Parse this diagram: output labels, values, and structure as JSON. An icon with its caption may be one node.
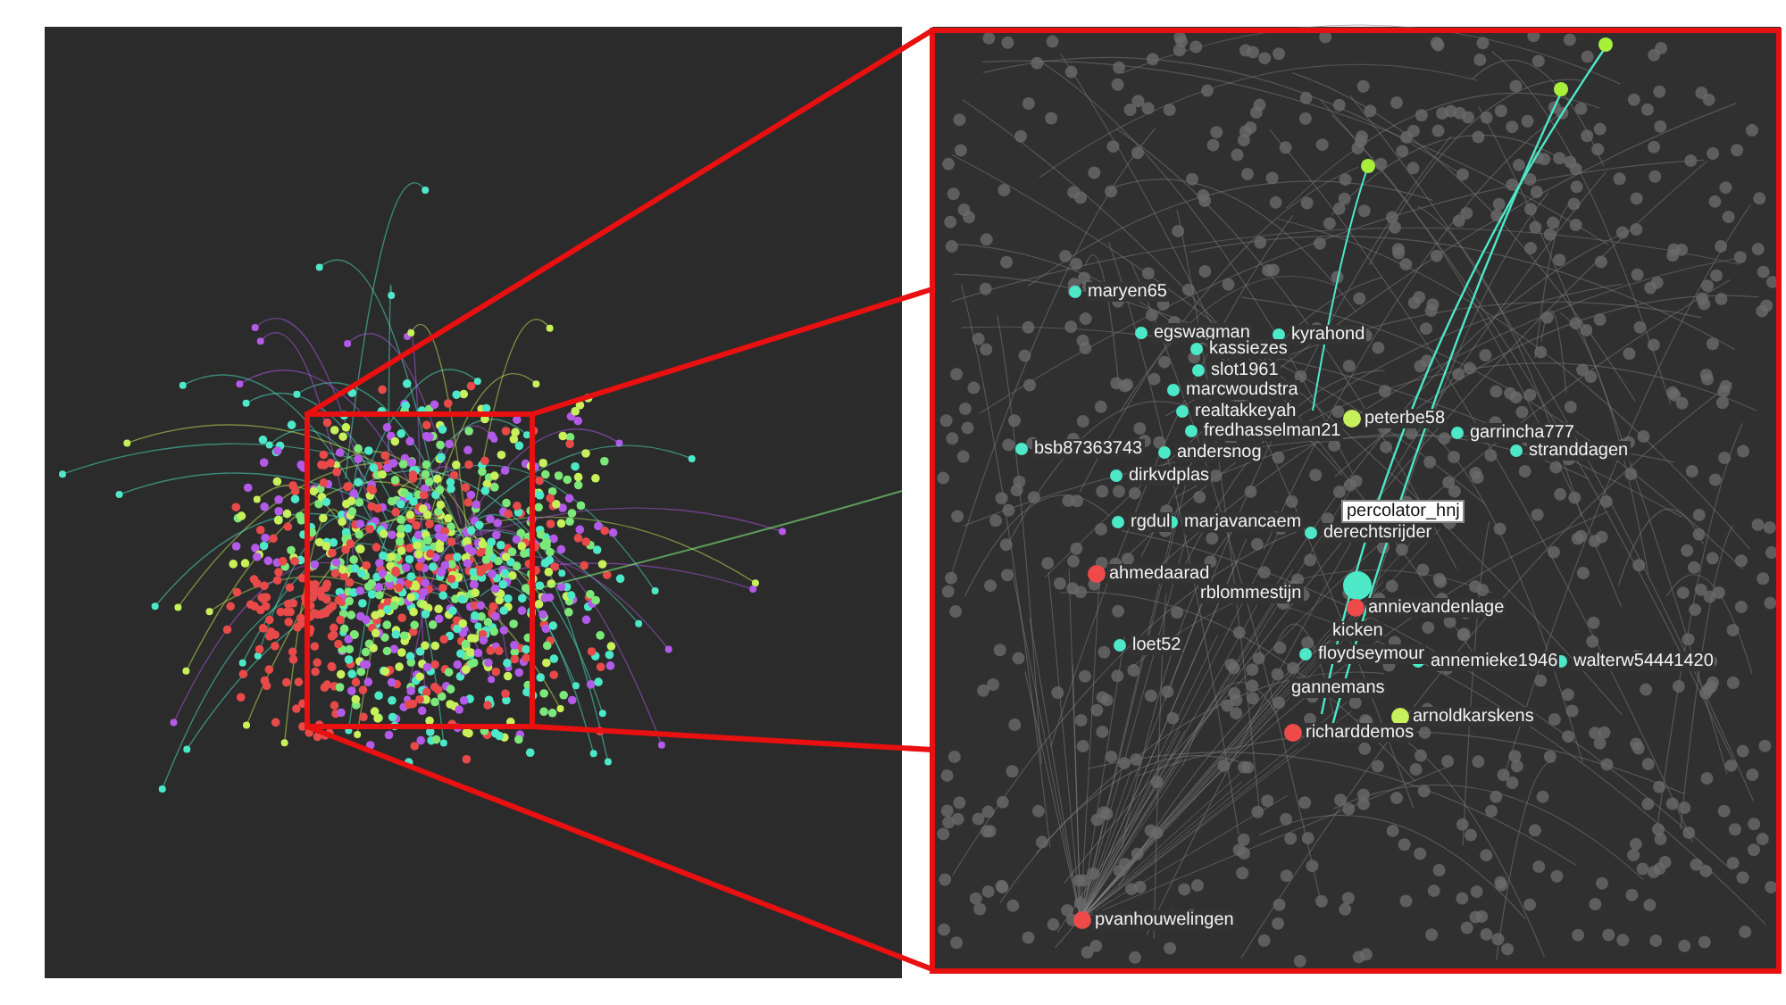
{
  "diagram": {
    "labels": [
      "maryen65",
      "egswagman",
      "kyrahond",
      "kassiezes",
      "slot1961",
      "marcwoudstra",
      "realtakkeyah",
      "peterbe58",
      "fredhasselman21",
      "garrincha777",
      "bsb87363743",
      "andersnog",
      "dirkvdplas",
      "stranddagen",
      "percolator_hnj",
      "rgdul",
      "marjavancaem",
      "derechtsrijder",
      "ahmedaarad",
      "rblommestijn",
      "annievandenlage",
      "kicken",
      "loet52",
      "floydseymour",
      "annemieke1946",
      "walterw54441420",
      "gannemans",
      "arnoldkarskens",
      "richarddemos",
      "pvanhouwelingen"
    ]
  }
}
